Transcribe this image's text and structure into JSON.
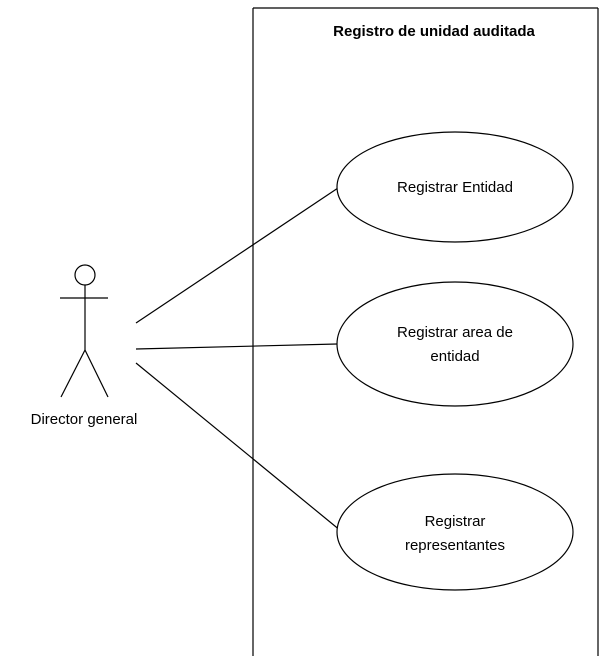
{
  "system": {
    "title": "Registro de unidad auditada"
  },
  "actor": {
    "name": "Director general"
  },
  "use_cases": [
    {
      "lines": [
        "Registrar Entidad"
      ]
    },
    {
      "lines": [
        "Registrar area de",
        "entidad"
      ]
    },
    {
      "lines": [
        "Registrar",
        "representantes"
      ]
    }
  ]
}
